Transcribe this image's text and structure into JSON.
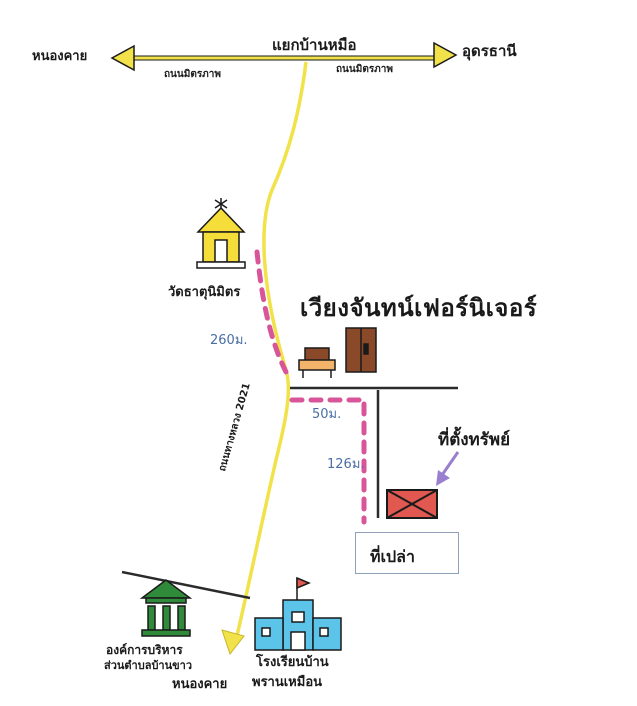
{
  "map": {
    "labels": {
      "intersection": "แยกบ้านหมือ",
      "west_destination": "หนองคาย",
      "east_destination": "อุดรธานี",
      "road_west": "ถนนมิตรภาพ",
      "road_east": "ถนนมิตรภาพ",
      "temple": "วัดธาตุนิมิตร",
      "furniture_shop": "เวียงจันทน์เฟอร์นิเจอร์",
      "dist_temple": "260ม.",
      "dist_side": "50ม.",
      "dist_down": "126ม.",
      "plot": "ที่ตั้งทรัพย์",
      "vacant_plot": "ที่เปล่า",
      "main_road": "ถนนทางหลวง 2021",
      "municipal_office_line1": "องค์การบริหาร",
      "municipal_office_line2": "ส่วนตำบลบ้านขาว",
      "school_line1": "โรงเรียนบ้าน",
      "school_line2": "พรานเหมือน",
      "south_destination": "หนองคาย"
    },
    "icons": {
      "temple": "temple-icon",
      "furniture": "furniture-icon",
      "government": "government-building-icon",
      "school": "school-icon",
      "plot": "property-plot-icon",
      "pointer": "arrow-icon"
    },
    "colors": {
      "main_road": "#f2e24a",
      "route": "#d9559a",
      "lines": "#2b2b2b",
      "distance_text": "#4a6fa5",
      "plot_fill": "#e0584f",
      "school": "#5bc4e8",
      "government": "#2f8a3a",
      "temple": "#f5dd3a",
      "furniture": "#8a4a2a"
    }
  }
}
